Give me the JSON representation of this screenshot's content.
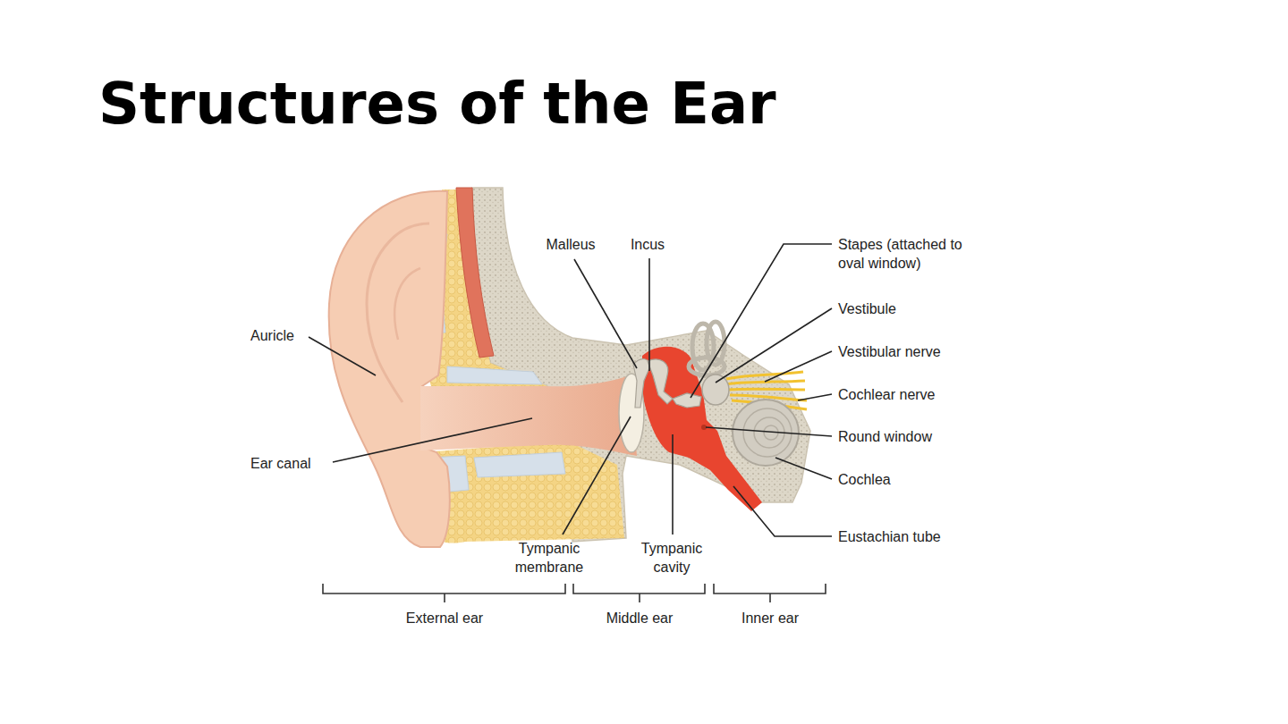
{
  "diagram": {
    "title": "Structures of the Ear",
    "labels": [
      "Auricle",
      "Ear canal",
      "Malleus",
      "Incus",
      "Stapes (attached to oval window)",
      "Vestibule",
      "Vestibular nerve",
      "Cochlear nerve",
      "Round window",
      "Cochlea",
      "Eustachian tube",
      "Tympanic membrane",
      "Tympanic cavity",
      "External ear",
      "Middle ear",
      "Inner ear"
    ]
  }
}
